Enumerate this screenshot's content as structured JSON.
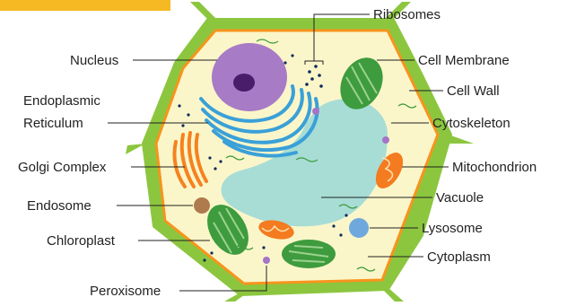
{
  "title_banner": {
    "visible_text": "",
    "color": "#f6b823"
  },
  "colors": {
    "cell_wall": "#8cc63f",
    "membrane": "#f7941d",
    "cytoplasm": "#fbf6c9",
    "nucleus": "#a77bc6",
    "nucleolus": "#4a1d6b",
    "er": "#3aa0d8",
    "vacuole": "#a8ddd6",
    "chloroplast": "#3e9b3e",
    "mitochondrion": "#f47b20",
    "golgi": "#f58220",
    "endosome": "#b07a4f",
    "lysosome": "#6fa8dc",
    "peroxisome": "#a474c9"
  },
  "labels": {
    "ribosomes": "Ribosomes",
    "nucleus": "Nucleus",
    "cell_membrane": "Cell Membrane",
    "cell_wall": "Cell Wall",
    "endoplasmic_line1": "Endoplasmic",
    "endoplasmic_line2": "Reticulum",
    "cytoskeleton": "Cytoskeleton",
    "golgi": "Golgi Complex",
    "mitochondrion": "Mitochondrion",
    "endosome": "Endosome",
    "vacuole": "Vacuole",
    "lysosome": "Lysosome",
    "chloroplast": "Chloroplast",
    "cytoplasm": "Cytoplasm",
    "peroxisome": "Peroxisome"
  }
}
